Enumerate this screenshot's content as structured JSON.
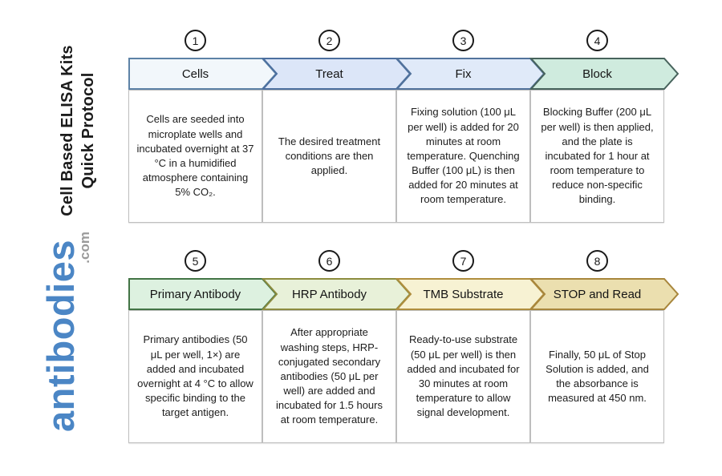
{
  "branding": {
    "vertical_title_line1": "Cell Based ELISA Kits",
    "vertical_title_line2": "Quick Protocol",
    "logo_text": "antibodies",
    "logo_suffix": ".com",
    "logo_color": "#4B86C5",
    "logo_suffix_color": "#9A9A9A"
  },
  "steps": [
    {
      "number": "1",
      "label": "Cells",
      "description": "Cells are seeded into microplate wells and incubated overnight at 37 °C in a humidified atmosphere containing 5% CO₂.",
      "fill": "#F2F7FB",
      "stroke": "#5D82A6"
    },
    {
      "number": "2",
      "label": "Treat",
      "description": "The desired treatment conditions are then applied.",
      "fill": "#DCE6F8",
      "stroke": "#4C6F9F"
    },
    {
      "number": "3",
      "label": "Fix",
      "description": "Fixing solution (100 μL per well) is added for 20 minutes at room temperature. Quenching Buffer (100 μL) is then added for 20 minutes at room temperature.",
      "fill": "#E0EAF9",
      "stroke": "#52739C"
    },
    {
      "number": "4",
      "label": "Block",
      "description": "Blocking Buffer (200 μL per well) is then applied, and the plate is incubated for 1 hour at room temperature to reduce non-specific binding.",
      "fill": "#CFEBDE",
      "stroke": "#47635C"
    },
    {
      "number": "5",
      "label": "Primary Antibody",
      "description": "Primary antibodies (50 μL per well, 1×) are added and incubated overnight at 4 °C to allow specific binding to the target antigen.",
      "fill": "#DDF1E0",
      "stroke": "#427445"
    },
    {
      "number": "6",
      "label": "HRP Antibody",
      "description": "After appropriate washing steps, HRP-conjugated secondary antibodies (50 μL per well) are added and incubated for 1.5 hours at room temperature.",
      "fill": "#E8F1D9",
      "stroke": "#8D8C3F"
    },
    {
      "number": "7",
      "label": "TMB Substrate",
      "description": "Ready-to-use substrate (50 μL per well) is then added and incubated for 30 minutes at room temperature to allow signal development.",
      "fill": "#F7F2D3",
      "stroke": "#B08E3E"
    },
    {
      "number": "8",
      "label": "STOP and Read",
      "description": "Finally, 50 μL of Stop Solution is added, and the absorbance is measured at 450 nm.",
      "fill": "#EBDFAF",
      "stroke": "#A8863C"
    }
  ]
}
